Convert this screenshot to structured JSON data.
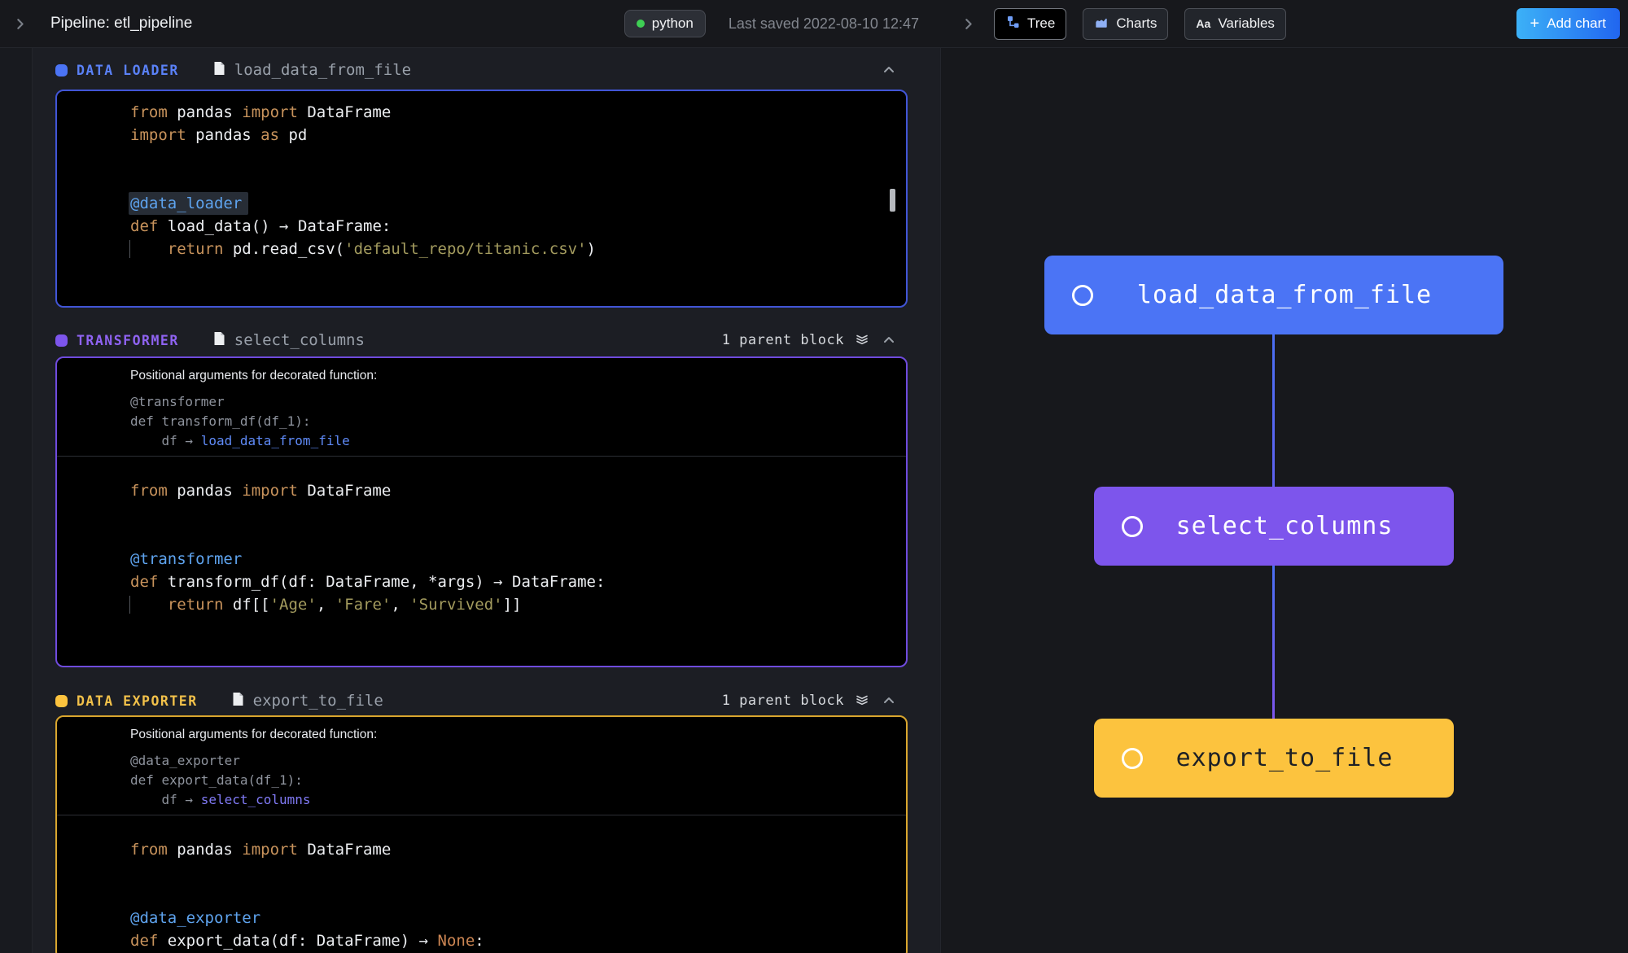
{
  "header": {
    "title": "Pipeline: etl_pipeline",
    "language_badge": "python",
    "last_saved": "Last saved 2022-08-10 12:47",
    "tabs": [
      {
        "label": "Tree"
      },
      {
        "label": "Charts"
      },
      {
        "label": "Variables"
      }
    ],
    "add_chart": {
      "plus": "+",
      "label": "Add chart"
    }
  },
  "colors": {
    "data_loader": "#4b74f5",
    "transformer": "#7d55ec",
    "data_exporter": "#fcc33e",
    "loader_border": "#4155d6",
    "transformer_border": "#6f4bdd",
    "exporter_border": "#d9a62e",
    "loader_label": "#5a81f7",
    "transformer_label": "#8f63f2",
    "exporter_label": "#f2c14a",
    "node_dark_text": "#1e2126",
    "node_light_text": "#ffffff",
    "badge_dot_green": "#3ecf54"
  },
  "blocks": [
    {
      "type_label": "DATA LOADER",
      "file_name": "load_data_from_file",
      "code_lines": [
        {
          "t": [
            [
              "kw",
              "from"
            ],
            [
              "id",
              " pandas "
            ],
            [
              "kw",
              "import"
            ],
            [
              "id",
              " DataFrame"
            ]
          ]
        },
        {
          "t": [
            [
              "kw",
              "import"
            ],
            [
              "id",
              " pandas "
            ],
            [
              "kw",
              "as"
            ],
            [
              "id",
              " pd"
            ]
          ]
        },
        {
          "t": []
        },
        {
          "t": []
        },
        {
          "hl": true,
          "t": [
            [
              "dec",
              "@data_loader"
            ]
          ]
        },
        {
          "t": [
            [
              "kw",
              "def"
            ],
            [
              "id",
              " load_data() "
            ],
            [
              "arw",
              "→"
            ],
            [
              "id",
              " DataFrame:"
            ]
          ]
        },
        {
          "g": true,
          "t": [
            [
              "id",
              "    "
            ],
            [
              "kw",
              "return"
            ],
            [
              "id",
              " pd.read_csv("
            ],
            [
              "str",
              "'default_repo/titanic.csv'"
            ],
            [
              "id",
              ")"
            ]
          ]
        }
      ]
    },
    {
      "type_label": "TRANSFORMER",
      "file_name": "select_columns",
      "parent_count_label": "1 parent block",
      "positional_panel": {
        "title": "Positional arguments for decorated function:",
        "decorator": "@transformer",
        "def_line": "def transform_df(df_1):",
        "arg_prefix": "    df → ",
        "arg_link": "load_data_from_file"
      },
      "code_lines": [
        {
          "t": [
            [
              "kw",
              "from"
            ],
            [
              "id",
              " pandas "
            ],
            [
              "kw",
              "import"
            ],
            [
              "id",
              " DataFrame"
            ]
          ]
        },
        {
          "t": []
        },
        {
          "t": []
        },
        {
          "t": [
            [
              "dec",
              "@transformer"
            ]
          ]
        },
        {
          "t": [
            [
              "kw",
              "def"
            ],
            [
              "id",
              " transform_df(df: DataFrame, *args) "
            ],
            [
              "arw",
              "→"
            ],
            [
              "id",
              " DataFrame:"
            ]
          ]
        },
        {
          "g": true,
          "t": [
            [
              "id",
              "    "
            ],
            [
              "kw",
              "return"
            ],
            [
              "id",
              " df[["
            ],
            [
              "str",
              "'Age'"
            ],
            [
              "id",
              ", "
            ],
            [
              "str",
              "'Fare'"
            ],
            [
              "id",
              ", "
            ],
            [
              "str",
              "'Survived'"
            ],
            [
              "id",
              "]]"
            ]
          ]
        }
      ]
    },
    {
      "type_label": "DATA EXPORTER",
      "file_name": "export_to_file",
      "parent_count_label": "1 parent block",
      "positional_panel": {
        "title": "Positional arguments for decorated function:",
        "decorator": "@data_exporter",
        "def_line": "def export_data(df_1):",
        "arg_prefix": "    df → ",
        "arg_link": "select_columns"
      },
      "code_lines": [
        {
          "t": [
            [
              "kw",
              "from"
            ],
            [
              "id",
              " pandas "
            ],
            [
              "kw",
              "import"
            ],
            [
              "id",
              " DataFrame"
            ]
          ]
        },
        {
          "t": []
        },
        {
          "t": []
        },
        {
          "t": [
            [
              "dec",
              "@data_exporter"
            ]
          ]
        },
        {
          "t": [
            [
              "kw",
              "def"
            ],
            [
              "id",
              " export_data(df: DataFrame) "
            ],
            [
              "arw",
              "→"
            ],
            [
              "id",
              " "
            ],
            [
              "cst",
              "None"
            ],
            [
              "id",
              ":"
            ]
          ]
        }
      ]
    }
  ],
  "tree": {
    "nodes": [
      {
        "label": "load_data_from_file",
        "color": "#4b74f5",
        "text_color": "#ffffff"
      },
      {
        "label": "select_columns",
        "color": "#7d55ec",
        "text_color": "#ffffff"
      },
      {
        "label": "export_to_file",
        "color": "#fcc33e",
        "text_color": "#1e2126"
      }
    ]
  }
}
